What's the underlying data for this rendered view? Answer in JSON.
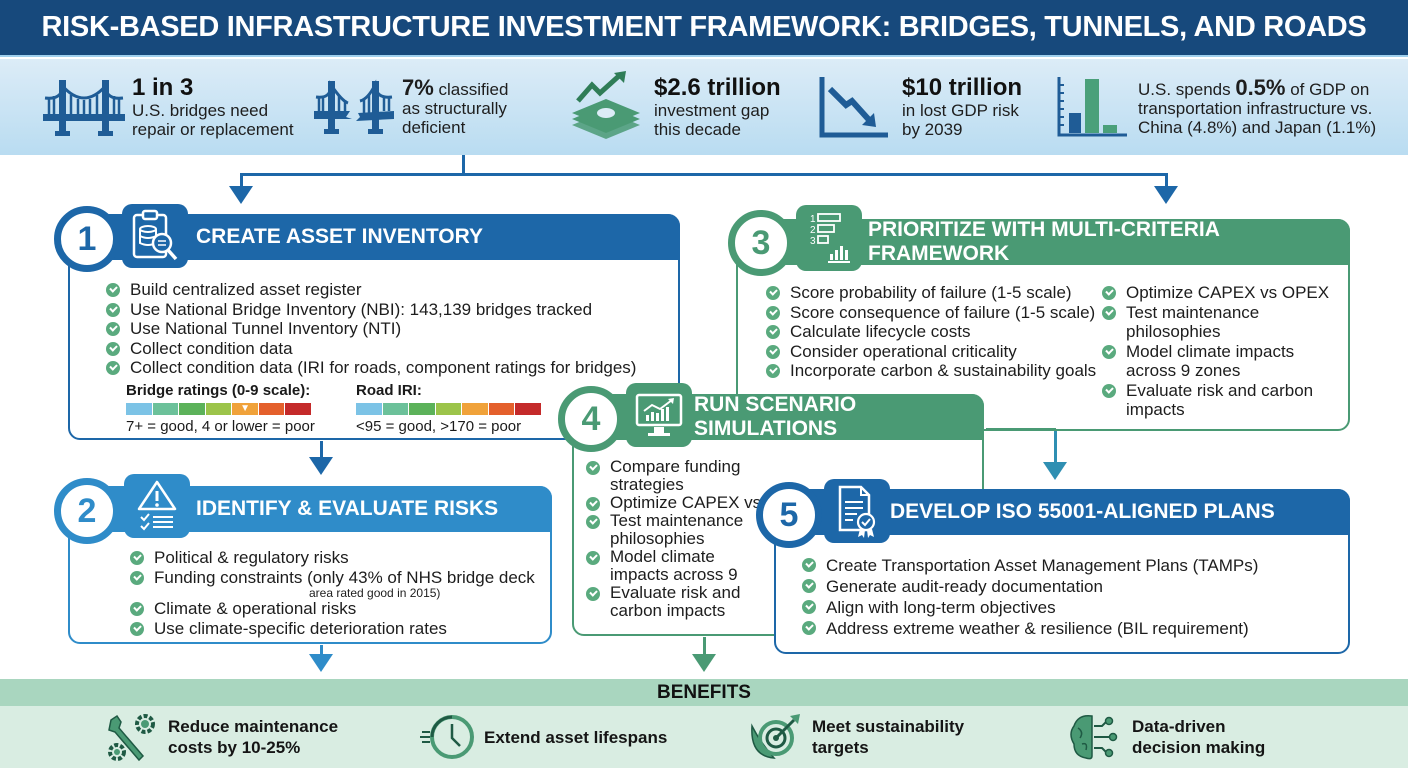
{
  "header": {
    "title": "RISK-BASED INFRASTRUCTURE INVESTMENT FRAMEWORK: BRIDGES, TUNNELS, AND ROADS"
  },
  "stats": [
    {
      "icon": "bridge-icon",
      "big": "1 in 3",
      "line1": "U.S. bridges need",
      "line2": "repair or replacement"
    },
    {
      "icon": "broken-bridge-icon",
      "big": "7%",
      "inline": " classified",
      "line1": "as structurally",
      "line2": "deficient"
    },
    {
      "icon": "money-growth-icon",
      "big": "$2.6 trillion",
      "line1": "investment gap",
      "line2": "this decade"
    },
    {
      "icon": "declining-chart-icon",
      "big": "$10 trillion",
      "line1": "in lost GDP risk",
      "line2": "by 2039"
    },
    {
      "icon": "bar-chart-icon",
      "pre": "U.S. spends ",
      "big": "0.5%",
      "post": " of GDP on",
      "line1": "transportation infrastructure vs.",
      "line2": "China (4.8%) and Japan (1.1%)"
    }
  ],
  "steps": {
    "s1": {
      "number": "1",
      "title": "CREATE ASSET INVENTORY",
      "icon": "clipboard-database-search-icon",
      "items": [
        "Build centralized asset register",
        "Use National Bridge Inventory (NBI): 143,139 bridges tracked",
        "Use National Tunnel Inventory (NTI)",
        "Collect condition data",
        "Collect condition data (IRI for roads, component ratings for bridges)"
      ],
      "bridge_scale": {
        "label": "Bridge ratings (0-9 scale):",
        "caption": "7+ = good, 4 or lower = poor",
        "marker": "▼"
      },
      "road_scale": {
        "label": "Road IRI:",
        "caption": "<95 = good, >170 = poor"
      },
      "scale_colors": [
        "#7cc3e6",
        "#6cc19a",
        "#5cb25a",
        "#9cc44a",
        "#f0a23a",
        "#e4602c",
        "#c42a2a"
      ]
    },
    "s2": {
      "number": "2",
      "title": "IDENTIFY & EVALUATE RISKS",
      "icon": "warning-checklist-icon",
      "items": [
        "Political & regulatory risks",
        "Funding constraints (only 43% of NHS bridge deck",
        "Climate & operational risks",
        "Use climate-specific deterioration rates"
      ],
      "subnote": "area rated good in 2015)"
    },
    "s3": {
      "number": "3",
      "title": "PRIORITIZE WITH MULTI-CRITERIA FRAMEWORK",
      "icon": "ranked-list-chart-icon",
      "items_left": [
        "Score probability of failure (1-5 scale)",
        "Score consequence of failure (1-5 scale)",
        "Calculate lifecycle costs",
        "Consider operational criticality",
        "Incorporate carbon & sustainability goals"
      ],
      "items_right": [
        "Optimize CAPEX vs OPEX",
        "Test maintenance philosophies",
        "Model climate impacts across 9 zones",
        "Evaluate risk and carbon impacts"
      ]
    },
    "s4": {
      "number": "4",
      "title": "RUN SCENARIO SIMULATIONS",
      "icon": "monitor-chart-icon",
      "items": [
        "Compare funding strategies",
        "Optimize CAPEX vs",
        "Test maintenance philosophies",
        "Model climate impacts across 9",
        "Evaluate risk and carbon impacts"
      ]
    },
    "s5": {
      "number": "5",
      "title": "DEVELOP ISO 55001-ALIGNED PLANS",
      "icon": "certified-document-icon",
      "items": [
        "Create Transportation Asset Management Plans (TAMPs)",
        "Generate audit-ready documentation",
        "Align with long-term objectives",
        "Address extreme weather & resilience (BIL requirement)"
      ]
    }
  },
  "benefits": {
    "title": "BENEFITS",
    "items": [
      {
        "icon": "wrench-gear-icon",
        "line1": "Reduce maintenance",
        "line2": "costs by 10-25%"
      },
      {
        "icon": "fast-clock-icon",
        "line1": "Extend asset lifespans",
        "line2": ""
      },
      {
        "icon": "leaf-target-icon",
        "line1": "Meet sustainability",
        "line2": "targets"
      },
      {
        "icon": "brain-circuit-icon",
        "line1": "Data-driven",
        "line2": "decision making"
      }
    ]
  },
  "colors": {
    "navy": "#17497c",
    "blue": "#1d67a8",
    "light_blue": "#2f8cc9",
    "green": "#4a9a74",
    "check": "#5aaa7e"
  }
}
